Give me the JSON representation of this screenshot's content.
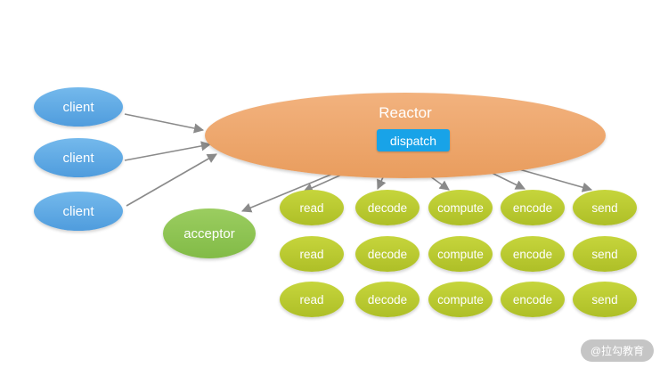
{
  "diagram": {
    "clients": [
      "client",
      "client",
      "client"
    ],
    "reactor": {
      "title": "Reactor",
      "dispatch_label": "dispatch"
    },
    "acceptor": "acceptor",
    "workers": {
      "rows": [
        [
          "read",
          "decode",
          "compute",
          "encode",
          "send"
        ],
        [
          "read",
          "decode",
          "compute",
          "encode",
          "send"
        ],
        [
          "read",
          "decode",
          "compute",
          "encode",
          "send"
        ]
      ]
    },
    "watermark": "@拉勾教育",
    "colors": {
      "client_fill": "#5ba7e5",
      "reactor_fill": "#efa96e",
      "dispatch_fill": "#18a3e8",
      "acceptor_fill": "#8cc152",
      "worker_fill": "#bac832",
      "arrow": "#8a8a8a",
      "text": "#ffffff"
    }
  }
}
